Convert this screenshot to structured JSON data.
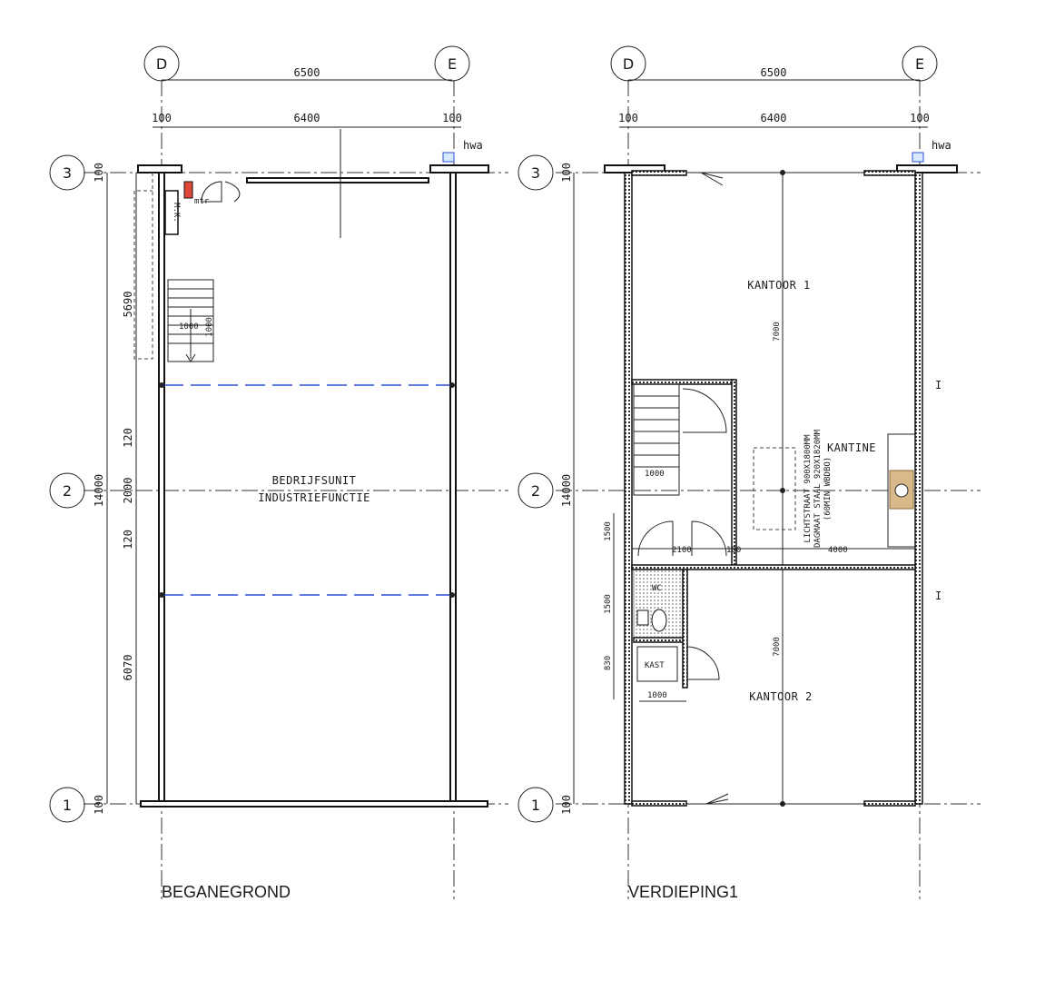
{
  "grid": {
    "col_d": "D",
    "col_e": "E",
    "row_3": "3",
    "row_2": "2",
    "row_1": "1"
  },
  "dimensions": {
    "total_width": "6500",
    "inner_width": "6400",
    "edge_100": "100",
    "total_length": "14000",
    "ground_top": "5690",
    "ground_mid_a": "120",
    "ground_mid": "2000",
    "ground_mid_b": "120",
    "ground_bottom": "6070",
    "stair_1000": "1000",
    "upper_7000_top": "7000",
    "upper_7000_bottom": "7000",
    "upper_1500_a": "1500",
    "upper_1500_b": "1500",
    "upper_830": "830",
    "upper_2100": "2100",
    "upper_4000": "4000"
  },
  "labels": {
    "hwa": "hwa",
    "mk": "M.K.",
    "mtr": "mtr",
    "bedrijfsunit": "BEDRIJFSUNIT",
    "industriefunctie": "INDUSTRIEFUNCTIE",
    "kantoor1": "KANTOOR 1",
    "kantoor2": "KANTOOR 2",
    "kantine": "KANTINE",
    "wc": "WC",
    "kast": "KAST",
    "lichtstraat": "LICHTSTRAAT 900X1800MM",
    "dagmaat": "DAGMAAT STAAL 920X1820MM",
    "wbdbo": "(60MIN WBDBO)"
  },
  "titles": {
    "ground": "BEGANEGROND",
    "upper": "VERDIEPING1"
  },
  "colors": {
    "beam_blue": "#2a4fd6",
    "meter_red": "#e0463a",
    "sink_tan": "#d9b98a"
  }
}
